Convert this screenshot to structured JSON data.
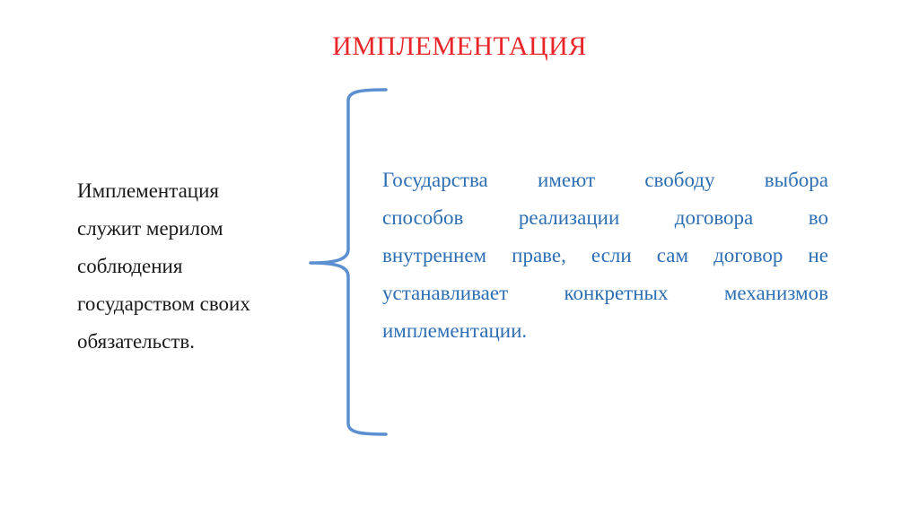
{
  "slide": {
    "title": "ИМПЛЕМЕНТАЦИЯ",
    "colors": {
      "title": "#e8262a",
      "left_text": "#1a1a1a",
      "right_text": "#2e6fb3",
      "brace": "#5b8fd0",
      "background": "#ffffff"
    },
    "left_block": {
      "lines": [
        "Имплементация",
        "служит мерилом",
        "соблюдения",
        "государством своих",
        "обязательств."
      ]
    },
    "right_block": {
      "lines": [
        [
          "Государства",
          "имеют",
          "свободу",
          "выбора"
        ],
        [
          "способов",
          "реализации",
          "договора",
          "во"
        ],
        [
          "внутреннем",
          "праве,",
          "если",
          "сам",
          "договор",
          "не"
        ],
        [
          "устанавливает",
          "конкретных",
          "механизмов"
        ],
        [
          "имплементации."
        ]
      ]
    },
    "brace_icon": "curly-brace-left"
  }
}
